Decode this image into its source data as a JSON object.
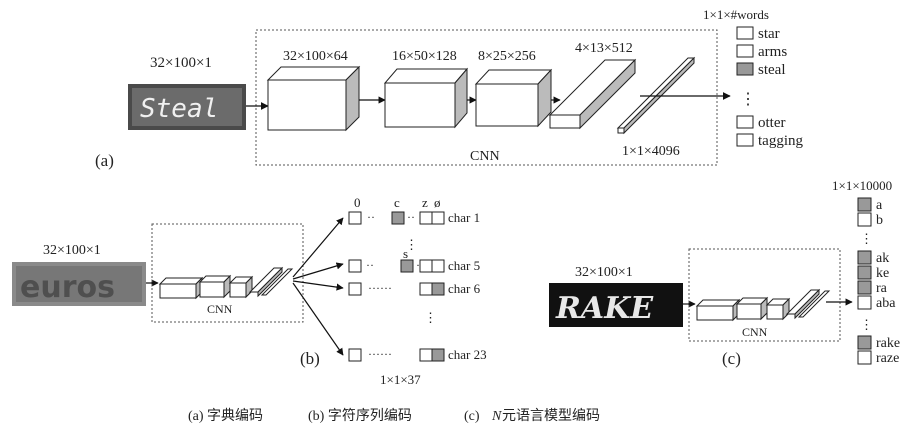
{
  "panel_a": {
    "input_dims": "32×100×1",
    "input_word": "Steal",
    "label": "(a)",
    "cnn_label": "CNN",
    "layers": [
      "32×100×64",
      "16×50×128",
      "8×25×256",
      "4×13×512",
      "1×1×4096"
    ],
    "output_header": "1×1×#words",
    "words_top": [
      "star",
      "arms",
      "steal"
    ],
    "words_bottom": [
      "otter",
      "tagging"
    ],
    "ellipsis": "⋮"
  },
  "panel_b": {
    "input_dims": "32×100×1",
    "input_word": "euros",
    "label": "(b)",
    "cnn_label": "CNN",
    "header_0": "0",
    "header_c": "c",
    "header_z": "z",
    "header_null": "ø",
    "letter_s": "s",
    "chars": [
      "char 1",
      "char 5",
      "char 6",
      "char 23"
    ],
    "dots_short": "··",
    "dots_long": "······",
    "ellipsis": "⋮",
    "output_dims": "1×1×37"
  },
  "panel_c": {
    "input_dims": "32×100×1",
    "input_word": "RAKE",
    "label": "(c)",
    "cnn_label": "CNN",
    "output_header": "1×1×10000",
    "grams_top": [
      "a",
      "b"
    ],
    "grams_mid": [
      "ak",
      "ke",
      "ra",
      "aba"
    ],
    "grams_bottom": [
      "rake",
      "raze"
    ],
    "ellipsis": "⋮"
  },
  "caption": {
    "a": "(a) 字典编码",
    "b": "(b) 字符序列编码",
    "c_prefix": "(c) ",
    "c_n": "N",
    "c_rest": " 元语言模型编码"
  }
}
